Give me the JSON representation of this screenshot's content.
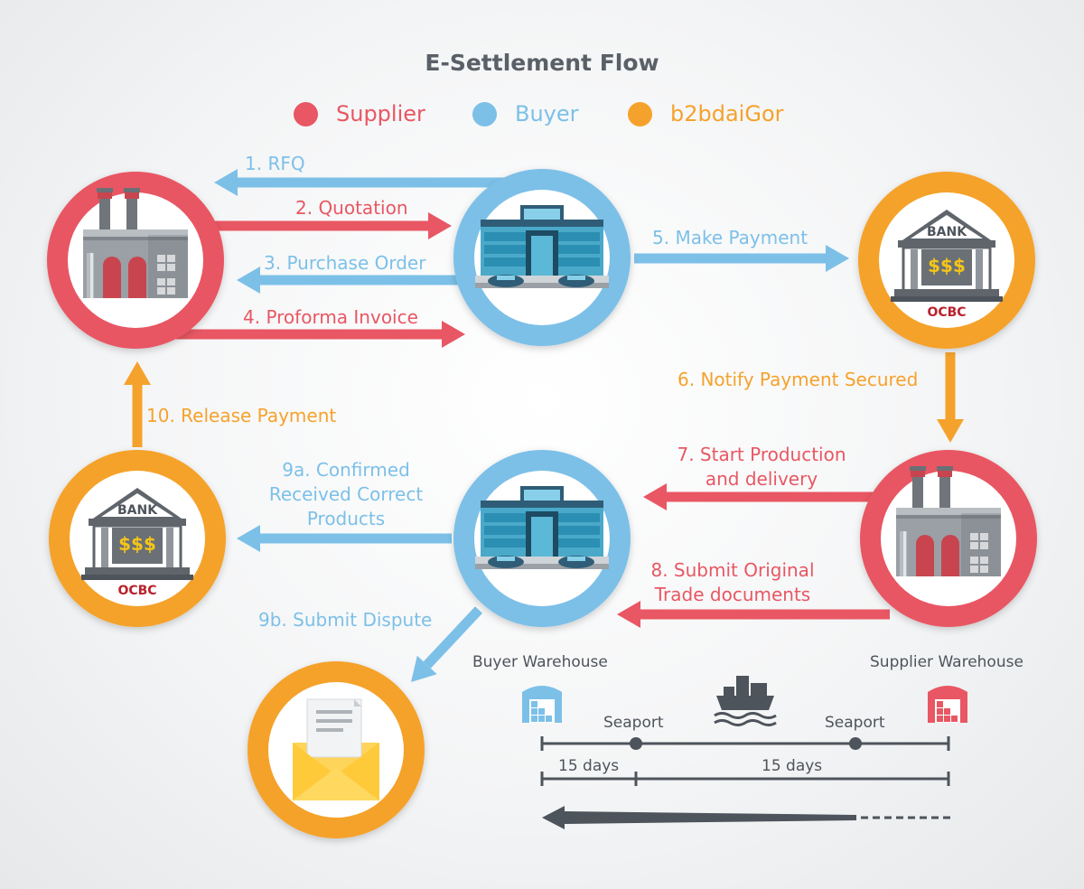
{
  "title": "E-Settlement Flow",
  "legend": [
    {
      "label": "Supplier",
      "color": "#e85763"
    },
    {
      "label": "Buyer",
      "color": "#7cc0e8"
    },
    {
      "label": "b2bdaiGor",
      "color": "#f5a22c"
    }
  ],
  "colors": {
    "supplier": "#e85763",
    "buyer": "#7cc0e8",
    "b2bdaigor": "#f5a22c",
    "dark": "#4e545b"
  },
  "steps": {
    "s1": "1. RFQ",
    "s2": "2. Quotation",
    "s3": "3. Purchase Order",
    "s4": "4. Proforma Invoice",
    "s5": "5. Make Payment",
    "s6": "6. Notify Payment Secured",
    "s7a": "7. Start Production",
    "s7b": "and delivery",
    "s8a": "8. Submit Original",
    "s8b": "Trade documents",
    "s9a1": "9a. Confirmed",
    "s9a2": "Received Correct",
    "s9a3": "Products",
    "s9b": "9b. Submit Dispute",
    "s10": "10. Release Payment"
  },
  "bank": {
    "sign": "BANK",
    "money": "$$$",
    "name": "OCBC"
  },
  "icons": [
    "factory-icon",
    "office-building-icon",
    "bank-icon",
    "envelope-icon",
    "warehouse-icon",
    "ship-icon"
  ],
  "timeline": {
    "buyer_warehouse": "Buyer Warehouse",
    "supplier_warehouse": "Supplier Warehouse",
    "seaport_left": "Seaport",
    "seaport_right": "Seaport",
    "days_left": "15 days",
    "days_right": "15 days"
  }
}
